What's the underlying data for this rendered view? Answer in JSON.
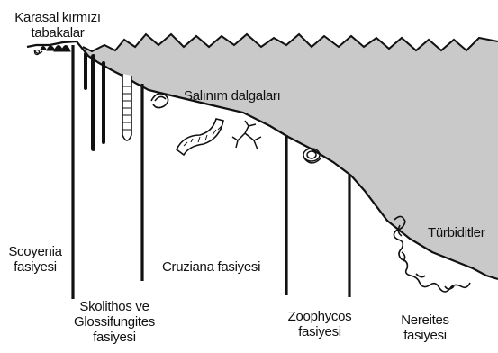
{
  "labels": {
    "continental_red_beds": [
      "Karasal kırmızı",
      "tabakalar"
    ],
    "ripples": "Salınım dalgaları",
    "turbidites": "Türbiditler",
    "scoyenia": [
      "Scoyenia",
      "fasiyesi"
    ],
    "skolithos": [
      "Skolithos ve",
      "Glossifungites",
      "fasiyesi"
    ],
    "cruziana": "Cruziana fasiyesi",
    "zoophycos": [
      "Zoophycos",
      "fasiyesi"
    ],
    "nereites": [
      "Nereites",
      "fasiyesi"
    ]
  },
  "colors": {
    "sea": "#c9c9c9",
    "ink": "#111111",
    "background": "#ffffff"
  }
}
